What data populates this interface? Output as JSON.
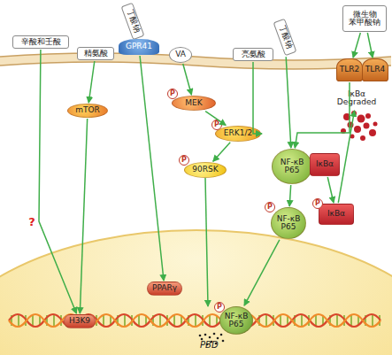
{
  "diagram": {
    "nodes": [
      {
        "text": [
          "辛酸和壬酸"
        ]
      },
      {
        "text": [
          "精氨酸"
        ]
      },
      {
        "text": [
          "丁酸钠"
        ]
      },
      {
        "text": [
          "GPR41"
        ]
      },
      {
        "text": [
          "VA"
        ]
      },
      {
        "text": [
          "亮氨酸"
        ]
      },
      {
        "text": [
          "丁酸钠"
        ]
      },
      {
        "text": [
          "微生物 苯甲酸钠"
        ]
      },
      {
        "text": [
          "TLR2"
        ]
      },
      {
        "text": [
          "TLR4"
        ]
      },
      {
        "text": [
          "IκBα Degraded"
        ]
      },
      {
        "text": [
          "MEK"
        ]
      },
      {
        "text": [
          "P"
        ]
      },
      {
        "text": [
          "mTOR"
        ]
      },
      {
        "text": [
          "ERK1/2"
        ]
      },
      {
        "text": [
          "P"
        ]
      },
      {
        "text": [
          "NF-κB P65"
        ]
      },
      {
        "text": [
          "IκBα"
        ]
      },
      {
        "text": [
          "90RSK"
        ]
      },
      {
        "text": [
          "P"
        ]
      },
      {
        "text": [
          "NF-κB P65"
        ]
      },
      {
        "text": [
          "P"
        ]
      },
      {
        "text": [
          "IκBα"
        ]
      },
      {
        "text": [
          "P"
        ]
      },
      {
        "text": [
          "H3K9"
        ]
      },
      {
        "text": [
          "PPARγ"
        ]
      },
      {
        "text": [
          "NF-κB P65"
        ]
      },
      {
        "text": [
          "P"
        ]
      }
    ],
    "edges": [
      {
        "from": 0,
        "to": 24,
        "arrow": "to",
        "label": "?"
      },
      {
        "from": 1,
        "to": 13,
        "arrow": "to"
      },
      {
        "from": 13,
        "to": 24,
        "arrow": "to"
      },
      {
        "from": 3,
        "to": 25,
        "arrow": "to"
      },
      {
        "from": 4,
        "to": 11,
        "arrow": "to"
      },
      {
        "from": 11,
        "to": 14,
        "arrow": "to"
      },
      {
        "from": 5,
        "to": 14,
        "arrow": "to"
      },
      {
        "from": 14,
        "to": 18,
        "arrow": "to"
      },
      {
        "from": 6,
        "to": 16,
        "arrow": "to"
      },
      {
        "from": 7,
        "to": 8,
        "arrow": "to"
      },
      {
        "from": 7,
        "to": 9,
        "arrow": "to"
      },
      {
        "from": 8,
        "to": 16,
        "arrow": "to"
      },
      {
        "from": 16,
        "to": 20,
        "arrow": "to"
      },
      {
        "from": 17,
        "to": 22,
        "arrow": "to"
      },
      {
        "from": 22,
        "to": 10,
        "arrow": "to"
      },
      {
        "from": 20,
        "to": 26,
        "arrow": "to"
      }
    ],
    "labels": [
      "PBD"
    ]
  }
}
